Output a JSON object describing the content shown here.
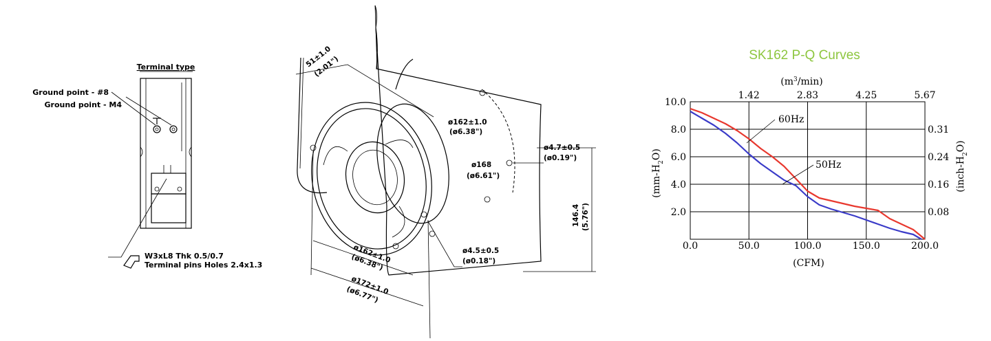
{
  "terminal_view": {
    "title": "Terminal type",
    "ground_8": "Ground point - #8",
    "ground_m4": "Ground point - M4",
    "pins_line1": "W3xL8  Thk 0.5/0.7",
    "pins_line2": "Terminal pins Holes 2.4x1.3"
  },
  "fan_view": {
    "depth": [
      "51±1.0",
      "(2.01\")"
    ],
    "d162_top": [
      "ø162±1.0",
      "(ø6.38\")"
    ],
    "d168": [
      "ø168",
      "(ø6.61\")"
    ],
    "d47": [
      "ø4.7±0.5",
      "(ø0.19\")"
    ],
    "height": [
      "146.4",
      "(5.76\")"
    ],
    "d45": [
      "ø4.5±0.5",
      "(ø0.18\")"
    ],
    "d162_bottom": [
      "ø162±1.0",
      "(ø6.38\")"
    ],
    "d172": [
      "ø172±1.0",
      "(ø6.77\")"
    ]
  },
  "chart_data": {
    "type": "line",
    "title": "SK162 P-Q Curves",
    "xlabel": "(CFM)",
    "ylabel_left": "(mm-H2O)",
    "ylabel_right": "(inch-H2O)",
    "top_axis_label": "(m3/min)",
    "xlim": [
      0,
      200
    ],
    "ylim": [
      0,
      10
    ],
    "x_ticks": [
      "0.0",
      "50.0",
      "100.0",
      "150.0",
      "200.0"
    ],
    "y_ticks": [
      "2.0",
      "4.0",
      "6.0",
      "8.0",
      "10.0"
    ],
    "top_ticks": [
      "1.42",
      "2.83",
      "4.25",
      "5.67"
    ],
    "right_ticks": [
      "0.08",
      "0.16",
      "0.24",
      "0.31"
    ],
    "grid": true,
    "series": [
      {
        "name": "60Hz",
        "color": "#e8382e",
        "points": [
          [
            0,
            9.5
          ],
          [
            10,
            9.2
          ],
          [
            20,
            8.8
          ],
          [
            30,
            8.4
          ],
          [
            40,
            7.9
          ],
          [
            50,
            7.3
          ],
          [
            60,
            6.6
          ],
          [
            70,
            6.0
          ],
          [
            80,
            5.3
          ],
          [
            90,
            4.4
          ],
          [
            100,
            3.5
          ],
          [
            110,
            3.0
          ],
          [
            120,
            2.8
          ],
          [
            130,
            2.6
          ],
          [
            140,
            2.4
          ],
          [
            150,
            2.25
          ],
          [
            160,
            2.1
          ],
          [
            170,
            1.5
          ],
          [
            180,
            1.1
          ],
          [
            190,
            0.7
          ],
          [
            200,
            0.0
          ]
        ]
      },
      {
        "name": "50Hz",
        "color": "#3a3bc8",
        "points": [
          [
            0,
            9.3
          ],
          [
            10,
            8.8
          ],
          [
            20,
            8.3
          ],
          [
            30,
            7.7
          ],
          [
            40,
            7.0
          ],
          [
            50,
            6.2
          ],
          [
            60,
            5.5
          ],
          [
            70,
            4.9
          ],
          [
            80,
            4.3
          ],
          [
            90,
            3.9
          ],
          [
            100,
            3.1
          ],
          [
            110,
            2.5
          ],
          [
            120,
            2.2
          ],
          [
            130,
            1.95
          ],
          [
            140,
            1.7
          ],
          [
            150,
            1.4
          ],
          [
            160,
            1.1
          ],
          [
            170,
            0.8
          ],
          [
            180,
            0.55
          ],
          [
            190,
            0.35
          ],
          [
            197,
            0.0
          ]
        ]
      }
    ]
  }
}
